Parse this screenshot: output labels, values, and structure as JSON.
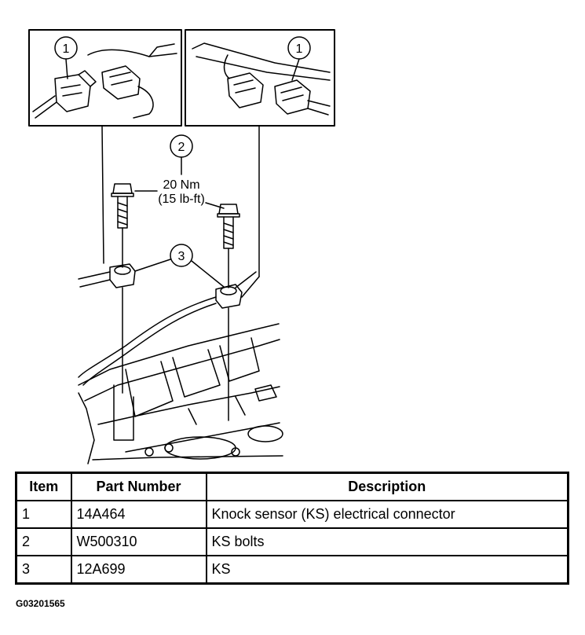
{
  "callouts": {
    "c1_left": "1",
    "c1_right": "1",
    "c2": "2",
    "c3": "3"
  },
  "torque": {
    "metric": "20 Nm",
    "imperial": "(15 lb-ft)"
  },
  "table": {
    "headers": [
      "Item",
      "Part Number",
      "Description"
    ],
    "rows": [
      [
        "1",
        "14A464",
        "Knock sensor (KS) electrical connector"
      ],
      [
        "2",
        "W500310",
        "KS bolts"
      ],
      [
        "3",
        "12A699",
        "KS"
      ]
    ]
  },
  "figure_id": "G03201565"
}
